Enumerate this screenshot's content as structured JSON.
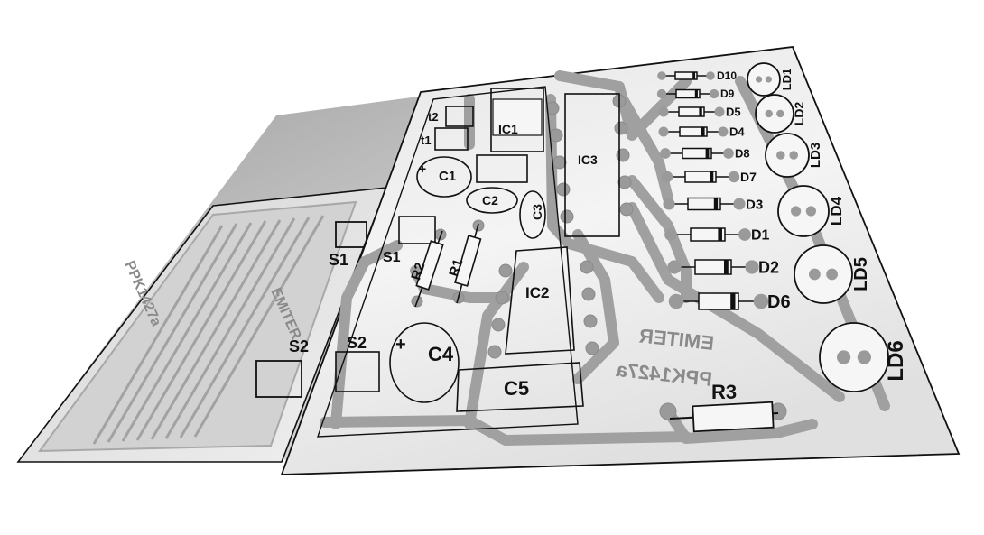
{
  "colors": {
    "board_light": "#f2f2f2",
    "board_dark": "#9a9a9a",
    "trace": "#9c9c9c",
    "outline": "#111111",
    "silk_text": "#111111",
    "mirror_text": "#8a8a8a"
  },
  "sensor_board": {
    "labels": {
      "s1": "S1",
      "s2": "S2",
      "mirror_text_1": "EMITER",
      "mirror_text_2": "PPK1427a"
    }
  },
  "main_board": {
    "labels": {
      "t2": "t2",
      "t1": "t1",
      "ic1": "IC1",
      "c1": "C1",
      "c1_plus": "+",
      "c2": "C2",
      "c3": "C3",
      "ic3": "IC3",
      "s1": "S1",
      "r2": "R2",
      "r1": "R1",
      "ic2": "IC2",
      "s2": "S2",
      "c4": "C4",
      "c4_plus": "+",
      "c5": "C5",
      "r3": "R3",
      "mirror_text_1": "EMITER",
      "mirror_text_2": "PPK1427a"
    },
    "diodes": [
      "D10",
      "D9",
      "D5",
      "D4",
      "D8",
      "D7",
      "D3",
      "D1",
      "D2",
      "D6"
    ],
    "leds": [
      "LD1",
      "LD2",
      "LD3",
      "LD4",
      "LD5",
      "LD6"
    ]
  }
}
